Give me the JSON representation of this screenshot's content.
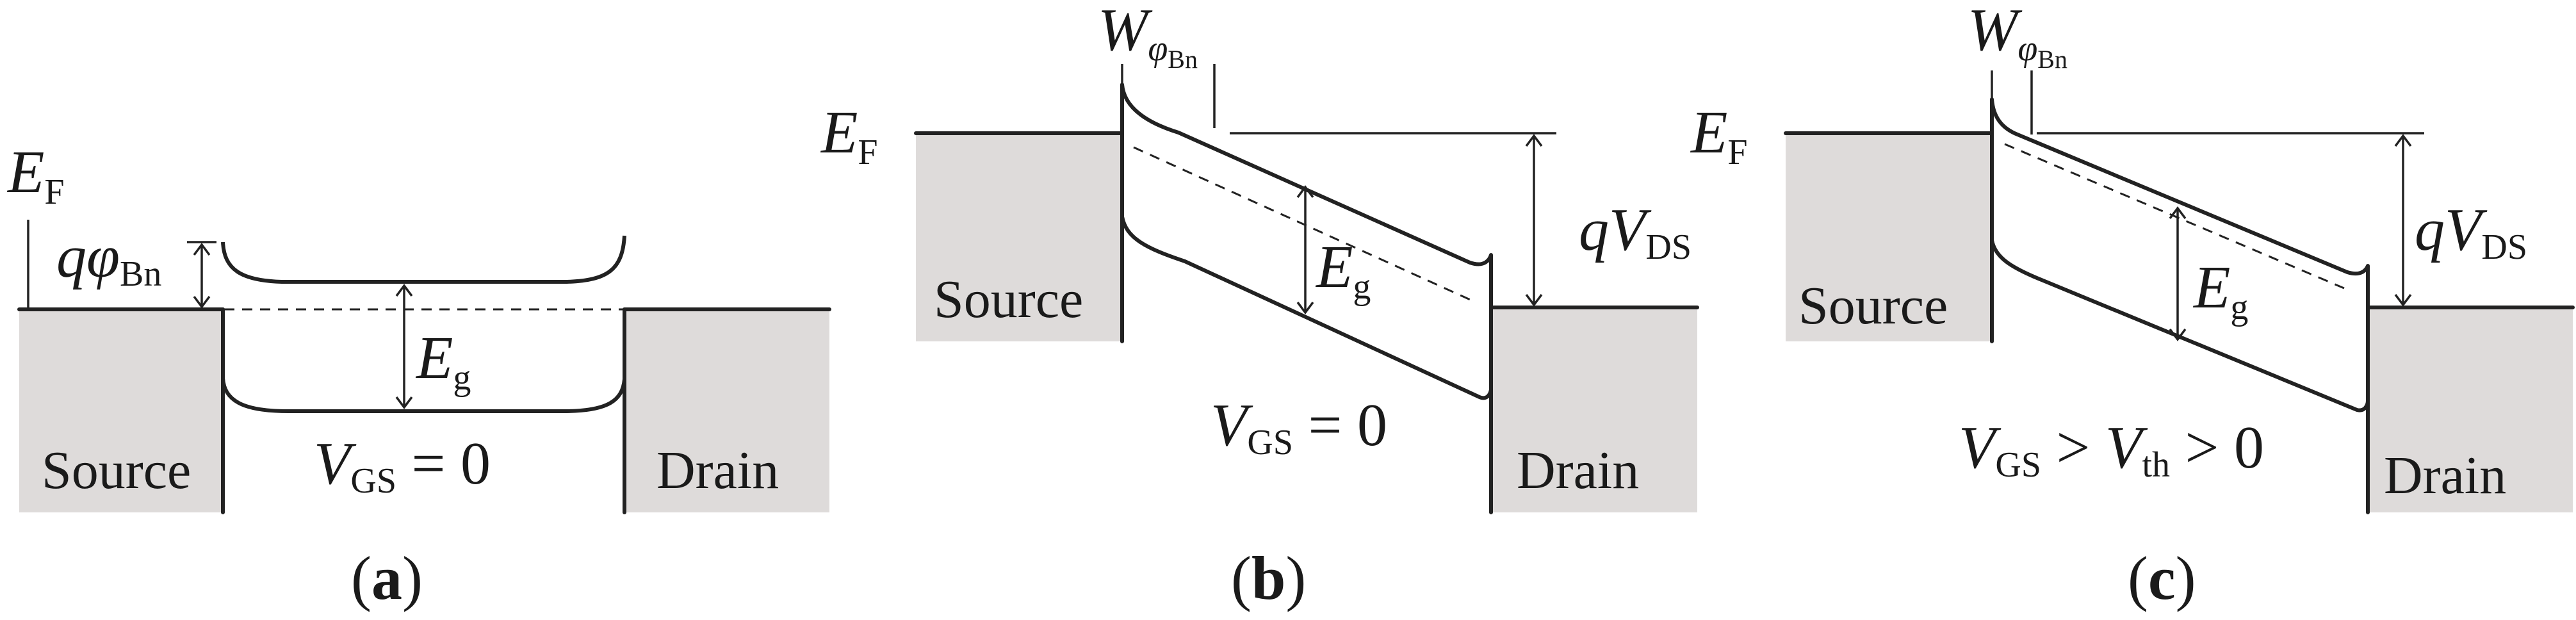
{
  "panels": [
    {
      "caption_letter": "a",
      "fermi_symbol": "E",
      "fermi_sub": "F",
      "barrier_symbol": "qφ",
      "barrier_sub": "Bn",
      "gap_symbol": "E",
      "gap_sub": "g",
      "gate_v": "V",
      "gate_sub": "GS",
      "gate_rest": " = 0",
      "source_label": "Source",
      "drain_label": "Drain"
    },
    {
      "caption_letter": "b",
      "fermi_symbol": "E",
      "fermi_sub": "F",
      "width_symbol": "W",
      "width_sub_phi": "φ",
      "width_sub_bn": "Bn",
      "gap_symbol": "E",
      "gap_sub": "g",
      "vds_symbol": "qV",
      "vds_sub": "DS",
      "gate_v": "V",
      "gate_sub": "GS",
      "gate_rest": " = 0",
      "source_label": "Source",
      "drain_label": "Drain"
    },
    {
      "caption_letter": "c",
      "fermi_symbol": "E",
      "fermi_sub": "F",
      "width_symbol": "W",
      "width_sub_phi": "φ",
      "width_sub_bn": "Bn",
      "gap_symbol": "E",
      "gap_sub": "g",
      "vds_symbol": "qV",
      "vds_sub": "DS",
      "gate_v": "V",
      "gate_sub": "GS",
      "gate_mid": " > ",
      "gate_v2": "V",
      "gate_sub2": "th",
      "gate_rest": " > 0",
      "source_label": "Source",
      "drain_label": "Drain"
    }
  ]
}
